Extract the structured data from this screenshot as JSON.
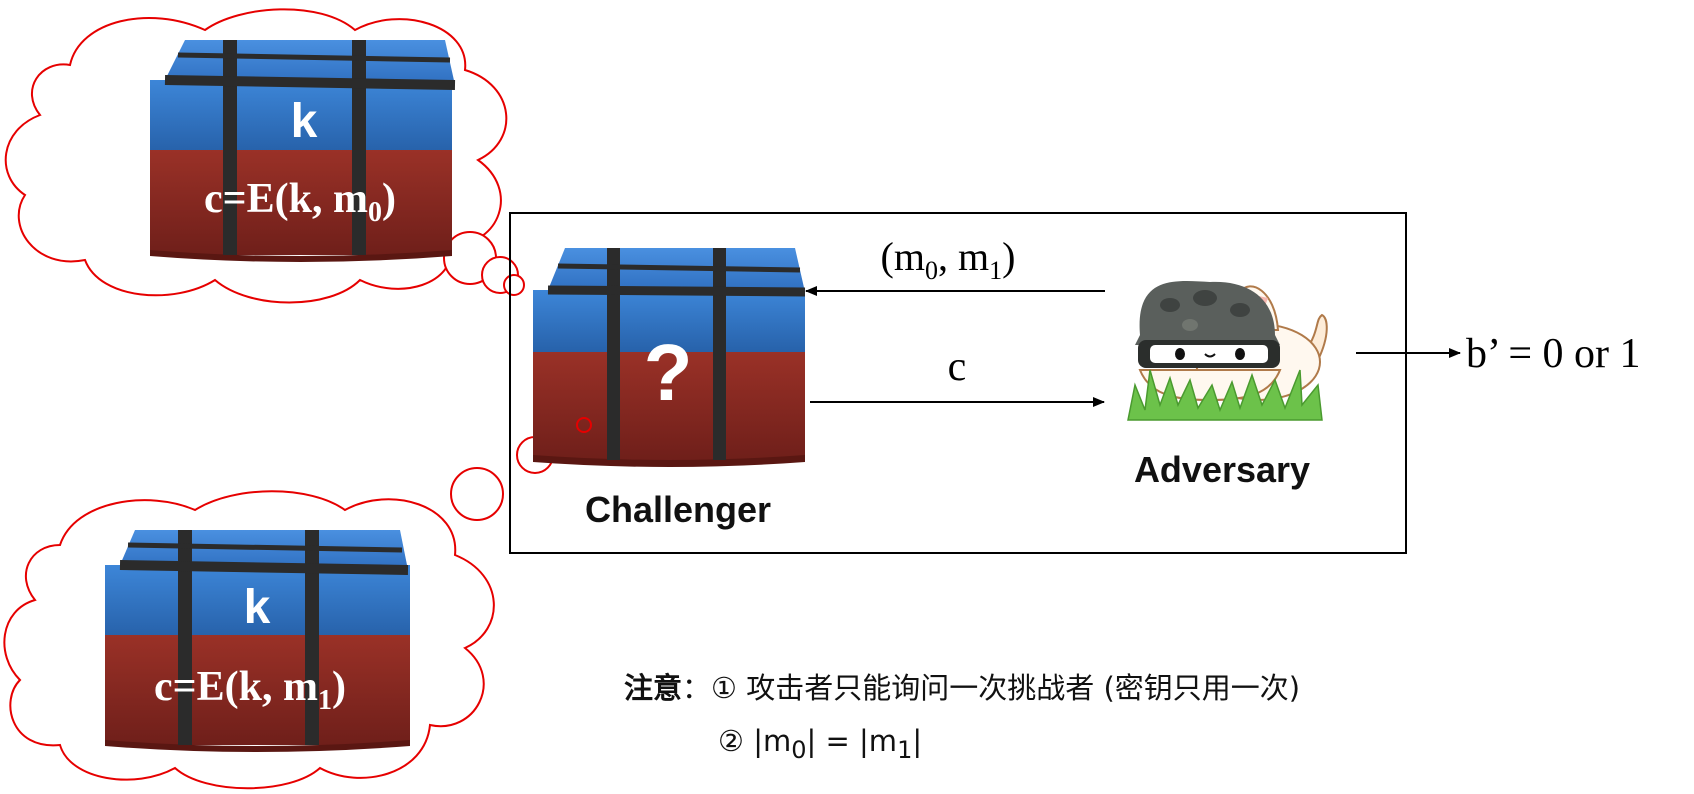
{
  "top_cloud": {
    "key_label": "k",
    "cipher_prefix": "c=E(k, m",
    "cipher_subscript": "0",
    "cipher_suffix": ")"
  },
  "bottom_cloud": {
    "key_label": "k",
    "cipher_prefix": "c=E(k, m",
    "cipher_subscript": "1",
    "cipher_suffix": ")"
  },
  "challenger": {
    "box_mark": "?",
    "label": "Challenger"
  },
  "adversary": {
    "label": "Adversary"
  },
  "messages": {
    "query_open": "(m",
    "query_sub0": "0",
    "query_mid": ", m",
    "query_sub1": "1",
    "query_close": ")",
    "response": "c"
  },
  "output": {
    "text": "b’ = 0 or 1"
  },
  "note": {
    "title": "注意",
    "colon": "：",
    "line1": "① 攻击者只能询问一次挑战者 (密钥只用一次)",
    "line2_prefix": "② |m",
    "line2_sub0": "0",
    "line2_mid": "| = |m",
    "line2_sub1": "1",
    "line2_suffix": "|"
  },
  "colors": {
    "crate_blue": "#2f6fc0",
    "crate_red": "#8e2a22",
    "strap": "#2b2b2b",
    "cloud_outline": "#e60000",
    "helmet": "#5a5f5c",
    "grass": "#6cc24a"
  }
}
